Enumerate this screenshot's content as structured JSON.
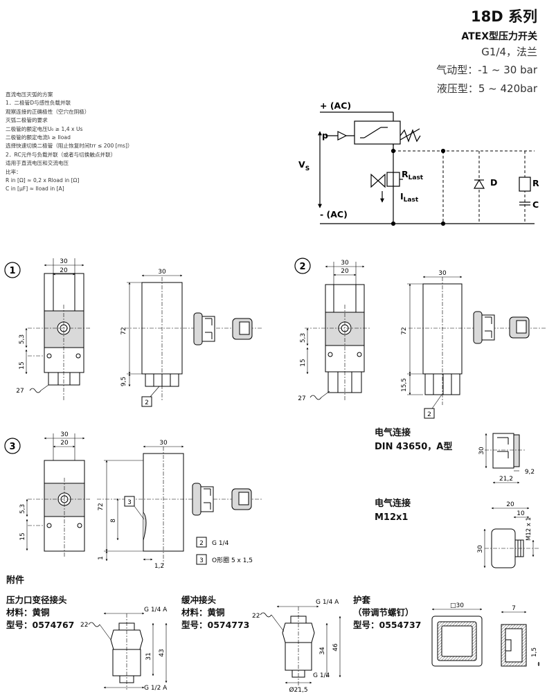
{
  "header": {
    "series_title": "18D 系列",
    "subtitle": "ATEX型压力开关",
    "connection": "G1/4，法兰",
    "pneumatic_range": "气动型：-1 ~ 30 bar",
    "hydraulic_range": "液压型：5 ~ 420bar"
  },
  "notes": [
    "直流电压灭弧的方案",
    "1．二极管D与感性负载并联",
    "观察连接的正确极性（空穴在阴极）",
    "灭弧二极管的要求",
    "二极管的额定电压U₀ ≥ 1,4 x Us",
    "二极管的额定电流Iₗ ≥ Iload",
    "选择快速切换二极管（阻止恢复时间trr ≤ 200 [ms]）",
    "2．RC元件与负载并联（或者与切换触点并联）",
    "适用于直流电压和交流电压",
    "比率：",
    "R in [Ω] ≈ 0,2 x Rload in [Ω]",
    "C in [μF] ≈ Iload in [A]"
  ],
  "circuit": {
    "plus_ac": "+ (AC)",
    "minus_ac": "- (AC)",
    "p": "p",
    "vs": "V",
    "vs_sub": "S",
    "r_last": "R",
    "r_last_sub": "Last",
    "i_last": "I",
    "i_last_sub": "Last",
    "d": "D",
    "r": "R",
    "c": "C"
  },
  "views": {
    "v1_no": "1",
    "v2_no": "2",
    "v3_no": "3",
    "d30": "30",
    "d20": "20",
    "d72": "72",
    "d53": "5,3",
    "d15": "15",
    "d27": "27",
    "d95": "9,5",
    "d155": "15,5",
    "d8": "8",
    "d12": "1,2",
    "d1": "1",
    "callout2": "2",
    "callout3": "3"
  },
  "legend": {
    "item2_no": "2",
    "item2_text": "G 1/4",
    "item3_no": "3",
    "item3_text": "O形圈 5 x 1,5"
  },
  "connectors": {
    "din_title": "电气连接",
    "din_spec": "DIN 43650，A型",
    "din_d30": "30",
    "din_d92": "9,2",
    "din_d212": "21,2",
    "m12_title": "电气连接",
    "m12_spec": "M12x1",
    "m12_d20": "20",
    "m12_d10": "10",
    "m12_thread": "M12 x 1",
    "m12_d30": "30"
  },
  "accessories": {
    "section_title": "附件",
    "reducer": {
      "name": "压力口变径接头",
      "material": "材料：黄铜",
      "model": "型号：0574767",
      "g14a": "G 1/4 A",
      "g12a": "G 1/2 A",
      "d22": "22",
      "d31": "31",
      "d43": "43"
    },
    "snubber": {
      "name": "缓冲接头",
      "material": "材料：黄铜",
      "model": "型号：0574773",
      "g14a": "G 1/4 A",
      "g14": "G 1/4",
      "d22": "22",
      "d34": "34",
      "d46": "46",
      "d215": "Ø21,5"
    },
    "cover": {
      "name": "护套",
      "note": "（带调节螺钉）",
      "model": "型号：0554737",
      "d30": "30",
      "d7": "7",
      "d15": "1,5"
    }
  }
}
